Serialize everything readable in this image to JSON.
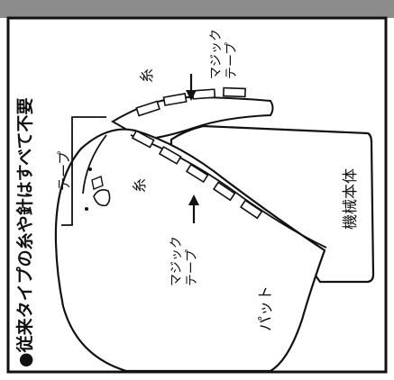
{
  "caption": "●従来タイプの糸や針はすべて不要",
  "labels": {
    "thread_top": "糸",
    "magic_tape_top": "マジック\nテープ",
    "tape_side": "テープ",
    "thread_lower": "糸",
    "magic_tape_lower": "マジック\nテープ",
    "pad": "パット",
    "machine_body": "機械本体"
  },
  "colors": {
    "header_band": "#8c8c8c",
    "frame": "#111111",
    "outline": "#111111",
    "fill": "#ffffff"
  }
}
